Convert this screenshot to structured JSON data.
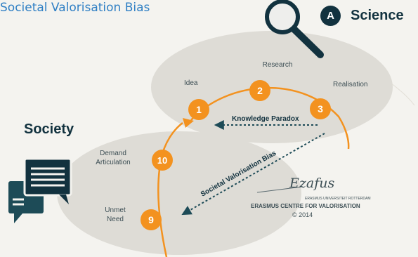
{
  "header": {
    "title": "Societal Valorisation Bias",
    "section_badge": "A",
    "section_label": "Science"
  },
  "domains": {
    "society": "Society"
  },
  "stages": [
    {
      "number": "1",
      "label": "Idea"
    },
    {
      "number": "2",
      "label": "Research"
    },
    {
      "number": "3",
      "label": "Realisation"
    },
    {
      "number": "10",
      "label": "Demand Articulation"
    },
    {
      "number": "9",
      "label": "Unmet Need"
    }
  ],
  "labels": {
    "research": "Research",
    "idea": "Idea",
    "realisation": "Realisation",
    "demand_line1": "Demand",
    "demand_line2": "Articulation",
    "unmet_line1": "Unmet",
    "unmet_line2": "Need"
  },
  "arrows": {
    "knowledge_paradox": "Knowledge Paradox",
    "societal_bias": "Societal Valorisation Bias"
  },
  "credit": {
    "signature": "Ezafus",
    "university": "ERASMUS UNIVERSITEIT ROTTERDAM",
    "centre": "ERASMUS CENTRE FOR VALORISATION",
    "year": "© 2014"
  },
  "icons": [
    "magnifier-icon",
    "documents-icon"
  ],
  "colors": {
    "accent_orange": "#f3921f",
    "navy": "#12323f",
    "teal_dark": "#1d4b57",
    "title_blue": "#2f7fc4",
    "ellipse": "#dedcd6",
    "background": "#f4f3ef"
  }
}
